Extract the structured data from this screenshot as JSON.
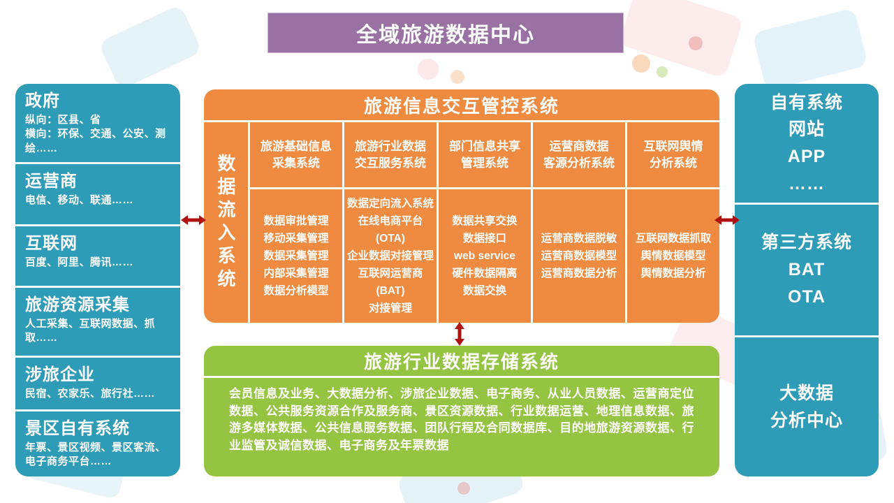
{
  "title": "全域旅游数据中心",
  "colors": {
    "header_purple": "#9a71a3",
    "panel_teal": "#2e9bb7",
    "control_orange": "#ee8b40",
    "storage_green": "#95c443",
    "arrow_red": "#b01212"
  },
  "left_sources": [
    {
      "title": "政府",
      "desc": "纵向：区县、省\n横向：环保、交通、公安、测绘……"
    },
    {
      "title": "运营商",
      "desc": "电信、移动、联通……"
    },
    {
      "title": "互联网",
      "desc": "百度、阿里、腾讯……"
    },
    {
      "title": "旅游资源采集",
      "desc": "人工采集、互联网数据、抓取……"
    },
    {
      "title": "涉旅企业",
      "desc": "民宿、农家乐、旅行社……"
    },
    {
      "title": "景区自有系统",
      "desc": "年票、景区视频、景区客流、电子商务平台……"
    }
  ],
  "control_system": {
    "title": "旅游信息交互管控系统",
    "side_label": "数据流入系统",
    "columns": [
      {
        "header": "旅游基础信息\n采集系统",
        "items": [
          "数据审批管理",
          "移动采集管理",
          "数据采集管理",
          "内部采集管理",
          "数据分析模型"
        ]
      },
      {
        "header": "旅游行业数据\n交互服务系统",
        "items": [
          "数据定向流入系统",
          "在线电商平台",
          "(OTA)",
          "企业数据对接管理",
          "互联网运营商",
          "(BAT)",
          "对接管理"
        ]
      },
      {
        "header": "部门信息共享\n管理系统",
        "items": [
          "数据共享交换",
          "数据接口",
          "web service",
          "硬件数据隔离",
          "数据交换"
        ]
      },
      {
        "header": "运营商数据\n客源分析系统",
        "items": [
          "运营商数据脱敏",
          "运营商数据模型",
          "运营商数据分析"
        ]
      },
      {
        "header": "互联网舆情\n分析系统",
        "items": [
          "互联网数据抓取",
          "舆情数据模型",
          "舆情数据分析"
        ]
      }
    ]
  },
  "storage_system": {
    "title": "旅游行业数据存储系统",
    "body": "会员信息及业务、大数据分析、涉旅企业数据、电子商务、从业人员数据、运营商定位数据、公共服务资源合作及服务商、景区资源数据、行业数据运营、地理信息数据、旅游多媒体数据、公共信息服务数据、团队行程及合同数据库、目的地旅游资源数据、行业监管及诚信数据、电子商务及年票数据"
  },
  "right_outputs": [
    {
      "lines": [
        "自有系统",
        "网站",
        "APP",
        "……"
      ]
    },
    {
      "lines": [
        "第三方系统",
        "BAT",
        "OTA"
      ]
    },
    {
      "lines": [
        "大数据",
        "分析中心"
      ]
    }
  ]
}
